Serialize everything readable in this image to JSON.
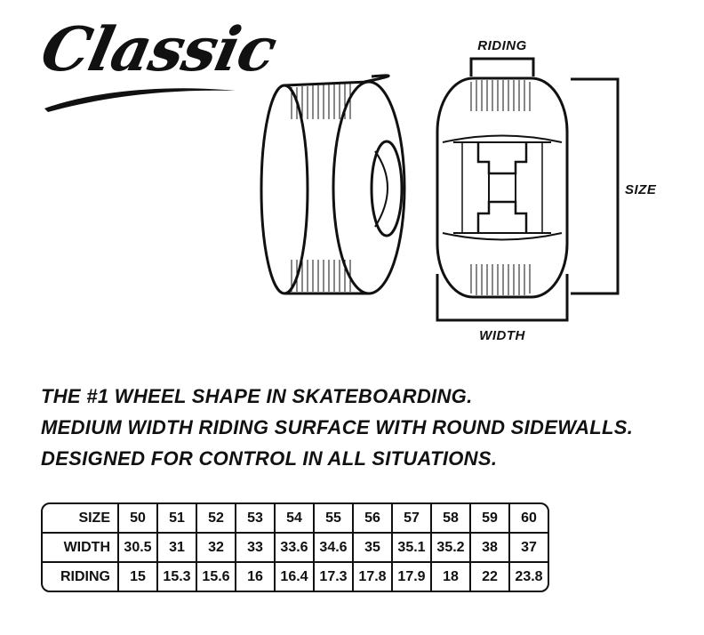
{
  "logo": {
    "text": "Classic"
  },
  "diagram": {
    "riding_label": "RIDING",
    "size_label": "SIZE",
    "width_label": "WIDTH"
  },
  "description": {
    "line1": "THE #1 WHEEL SHAPE IN SKATEBOARDING.",
    "line2": "MEDIUM WIDTH RIDING SURFACE WITH ROUND SIDEWALLS.",
    "line3": "DESIGNED FOR CONTROL IN ALL SITUATIONS."
  },
  "table": {
    "rows": [
      {
        "label": "SIZE",
        "values": [
          "50",
          "51",
          "52",
          "53",
          "54",
          "55",
          "56",
          "57",
          "58",
          "59",
          "60"
        ]
      },
      {
        "label": "WIDTH",
        "values": [
          "30.5",
          "31",
          "32",
          "33",
          "33.6",
          "34.6",
          "35",
          "35.1",
          "35.2",
          "38",
          "37"
        ]
      },
      {
        "label": "RIDING",
        "values": [
          "15",
          "15.3",
          "15.6",
          "16",
          "16.4",
          "17.3",
          "17.8",
          "17.9",
          "18",
          "22",
          "23.8"
        ]
      }
    ]
  }
}
